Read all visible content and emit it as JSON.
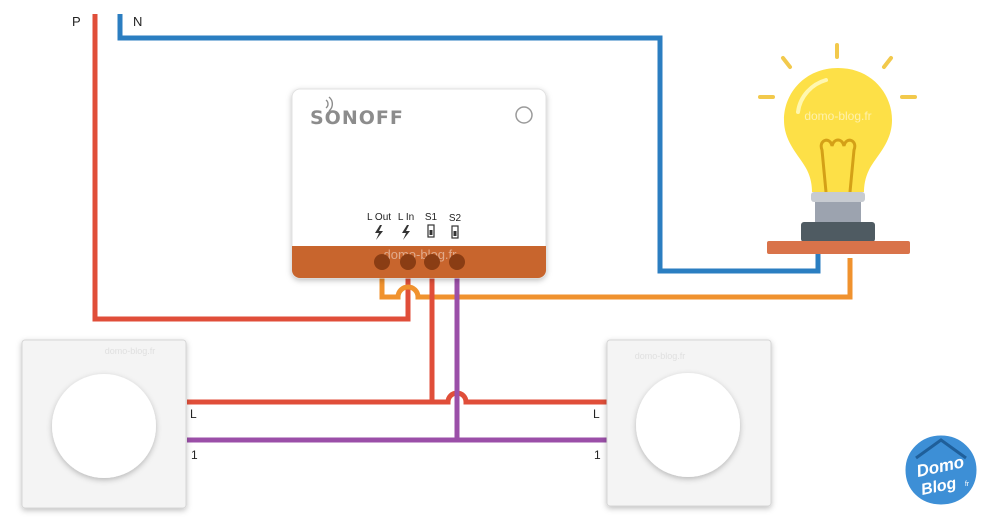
{
  "supply": {
    "phase_label": "P",
    "neutral_label": "N"
  },
  "module": {
    "brand": "SONOFF",
    "terminals": [
      {
        "label": "L Out",
        "symbol": "⚡"
      },
      {
        "label": "L In",
        "symbol": "⚡"
      },
      {
        "label": "S1",
        "symbol": "▯"
      },
      {
        "label": "S2",
        "symbol": "▯"
      }
    ],
    "watermark": "domo-blog.fr"
  },
  "lamp": {
    "watermark": "domo-blog.fr"
  },
  "switches": [
    {
      "terminal_top": "L",
      "terminal_bottom": "1",
      "watermark": "domo-blog.fr"
    },
    {
      "terminal_top": "L",
      "terminal_bottom": "1",
      "watermark": "domo-blog.fr"
    }
  ],
  "logo": {
    "text_top": "Domo",
    "text_bottom": "Blog",
    "suffix": "fr"
  },
  "colors": {
    "phase": "#e04e39",
    "neutral": "#2b7ec1",
    "load": "#f0922e",
    "traveller": "#9b4fa8",
    "module_strip": "#c8652d",
    "bulb": "#fde047",
    "bulb_cap": "#9ca3af",
    "lamp_shelf": "#d9734a",
    "logo_blue": "#3d8fd6"
  }
}
